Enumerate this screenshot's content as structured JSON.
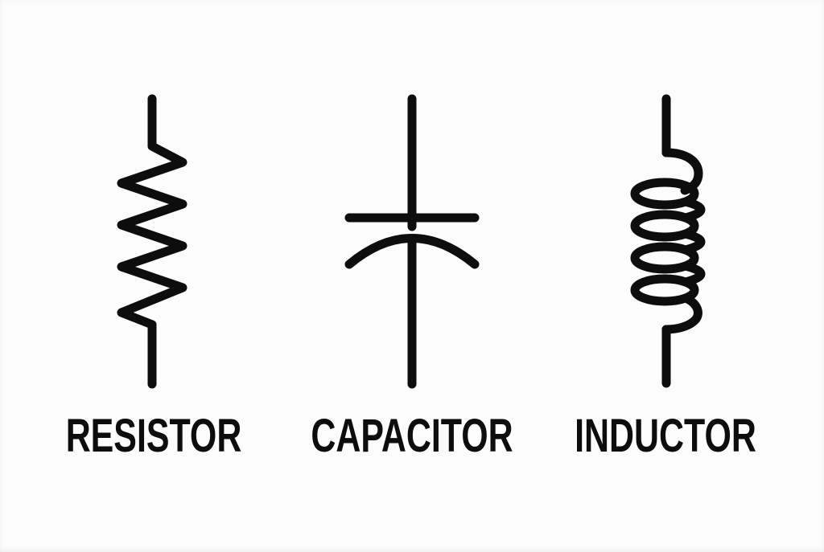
{
  "colors": {
    "background": "#fcfcfc",
    "ink": "#0d0d0d"
  },
  "diagram": {
    "description": "Three basic electronic component schematic symbols with labels",
    "symbols": [
      {
        "name": "resistor",
        "label": "RESISTOR"
      },
      {
        "name": "capacitor",
        "label": "CAPACITOR"
      },
      {
        "name": "inductor",
        "label": "INDUCTOR"
      }
    ]
  }
}
